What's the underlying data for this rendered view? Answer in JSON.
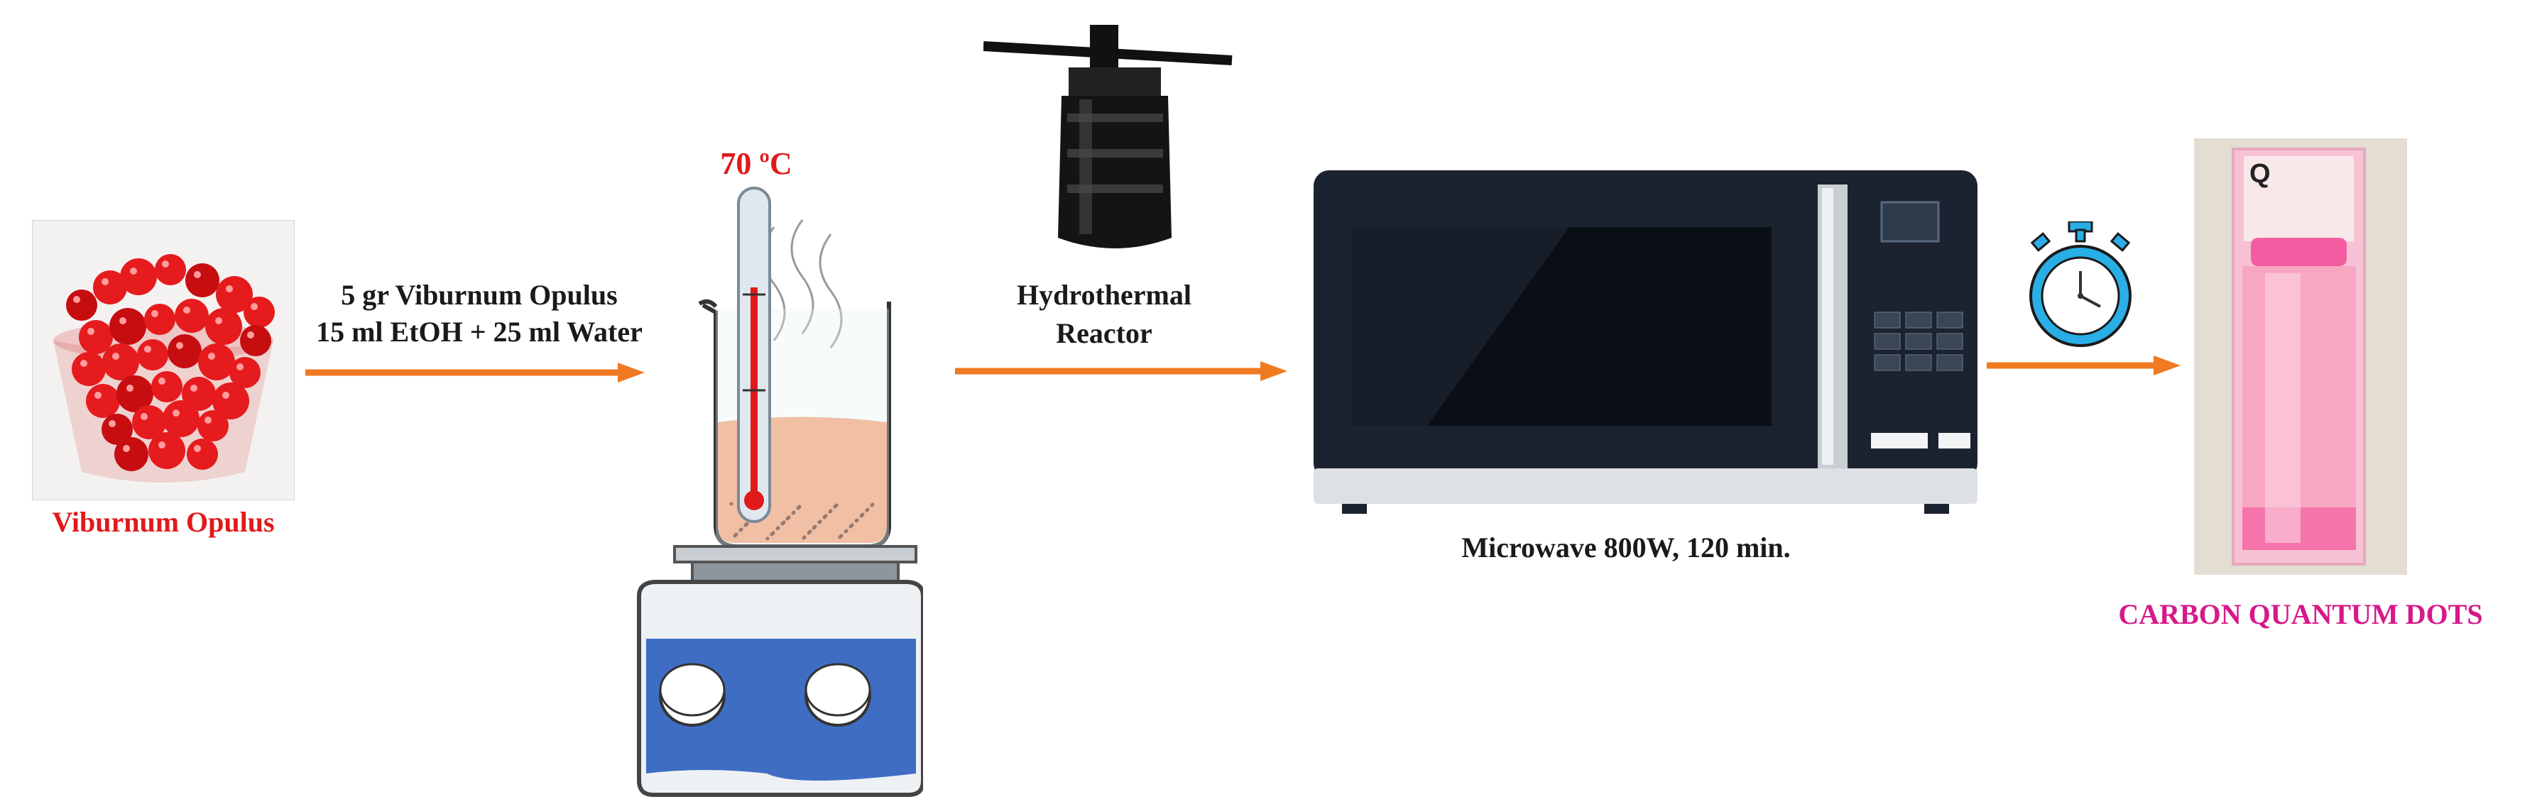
{
  "labels": {
    "source_caption": "Viburnum Opulus",
    "step1_line1": "5 gr Viburnum Opulus",
    "step1_line2": "15 ml EtOH + 25 ml Water",
    "temperature": "70 ºC",
    "reactor_line1": "Hydrothermal",
    "reactor_line2": "Reactor",
    "microwave_caption": "Microwave 800W, 120 min.",
    "product_caption": "CARBON QUANTUM DOTS"
  },
  "cuvette_mark": "Q",
  "colors": {
    "red_label": "#e0191b",
    "magenta_label": "#d6198a",
    "arrow": "#f07a22",
    "solution": "#f4a478",
    "cqd_pink": "#f24a96",
    "stopwatch": "#29aee6",
    "hotplate_blue": "#3f6dc3",
    "microwave_body": "#1c2330"
  },
  "icons": [
    "berries-photo",
    "thermometer-icon",
    "beaker-icon",
    "hotplate-stirrer-icon",
    "autoclave-icon",
    "microwave-icon",
    "stopwatch-icon",
    "cuvette-photo"
  ]
}
